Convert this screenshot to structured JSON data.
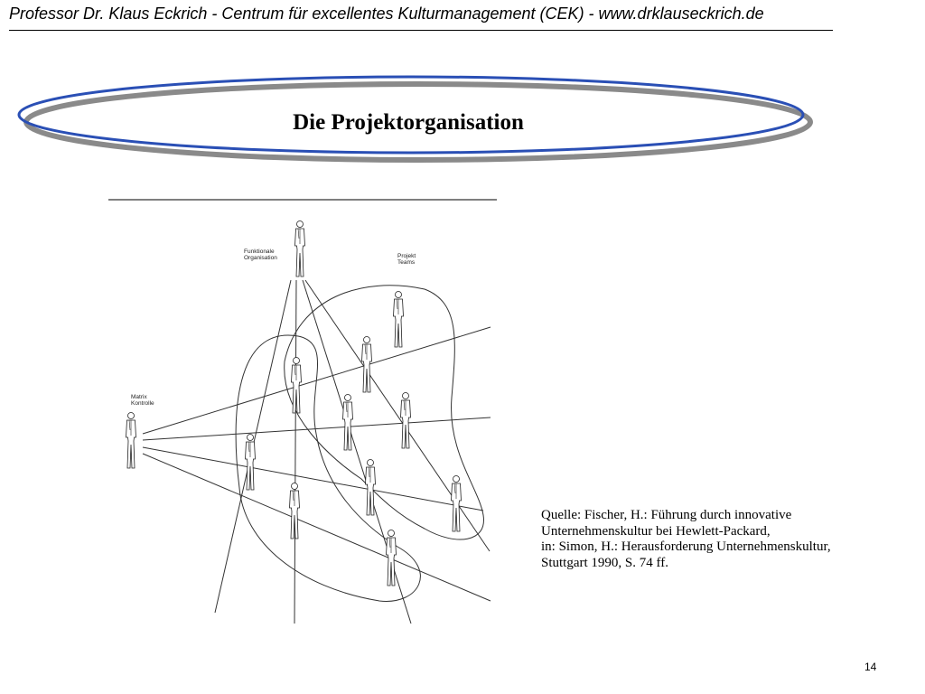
{
  "header": {
    "text": "Professor Dr. Klaus Eckrich - Centrum für excellentes Kulturmanagement (CEK) - www.drklauseckrich.de"
  },
  "slide": {
    "title": "Die Projektorganisation",
    "page_number": "14"
  },
  "diagram": {
    "label_functional": [
      "Funktionale",
      "Organisation"
    ],
    "label_project": [
      "Projekt",
      "Teams"
    ],
    "label_matrix": [
      "Matrix",
      "Kontrolle"
    ]
  },
  "source": {
    "lines": [
      "Quelle: Fischer, H.: Führung durch innovative",
      "Unternehmenskultur bei Hewlett-Packard,",
      "in: Simon, H.: Herausforderung Unternehmenskultur,",
      "Stuttgart 1990, S. 74 ff."
    ]
  },
  "colors": {
    "ellipse_outer": "#2a4fb5",
    "ellipse_shadow": "#8a8a8a"
  }
}
